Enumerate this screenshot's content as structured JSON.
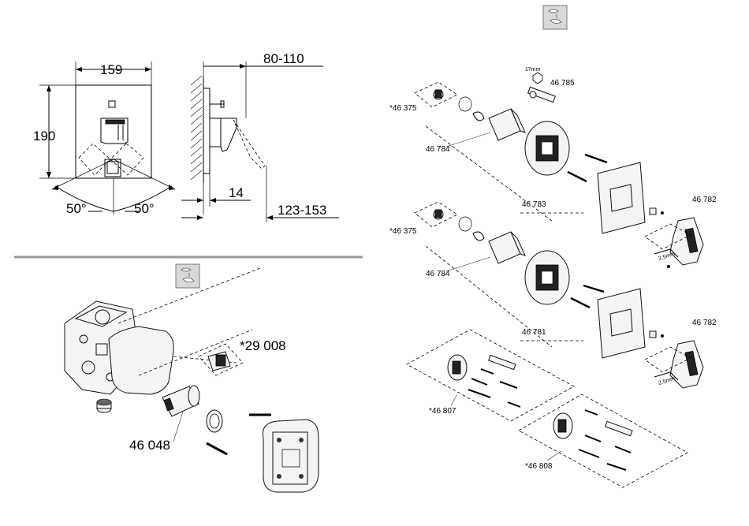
{
  "dimensions": {
    "width": "159",
    "height": "190",
    "projection": "80-110",
    "angle_left": "50°",
    "angle_right": "50°",
    "plate_depth": "14",
    "install_depth": "123-153"
  },
  "install_parts": {
    "cartridge_ref": "*29 008",
    "body_ref": "46 048"
  },
  "spare_parts": {
    "set_a_ref": "*46 375",
    "wrench_size": "17mm",
    "spindle_ref": "46 785",
    "sleeve_ref_a": "46 784",
    "escutcheon_ref_a": "46 783",
    "handle_ref_a": "46 782",
    "set_b_ref": "*46 375",
    "sleeve_ref_b": "46 784",
    "escutcheon_ref_b": "46 781",
    "handle_ref_b": "46 782",
    "hex_key_a": "2,5mm",
    "hex_key_b": "2,5mm",
    "kit_ref_a": "*46 807",
    "kit_ref_b": "*46 808"
  },
  "icons": [
    "diverter-function-icon",
    "diverter-function-icon"
  ]
}
